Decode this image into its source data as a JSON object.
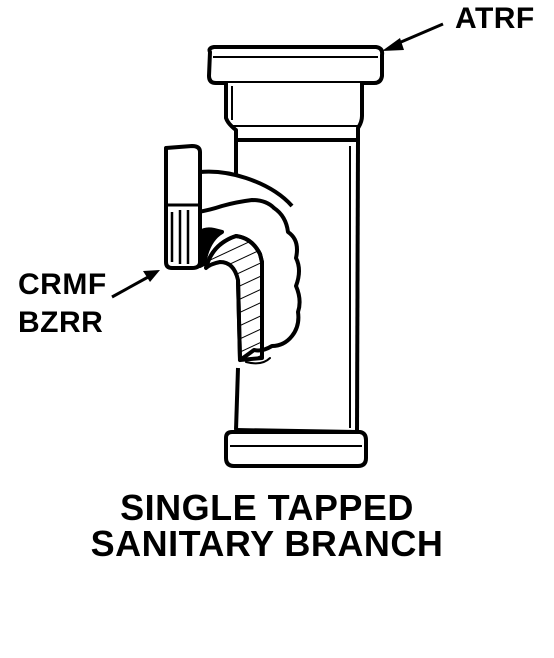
{
  "labels": {
    "top_right": "ATRF",
    "left_line1": "CRMF",
    "left_line2": "BZRR"
  },
  "caption": {
    "line1": "SINGLE TAPPED",
    "line2": "SANITARY BRANCH"
  },
  "colors": {
    "ink": "#000000",
    "paper": "#ffffff"
  }
}
